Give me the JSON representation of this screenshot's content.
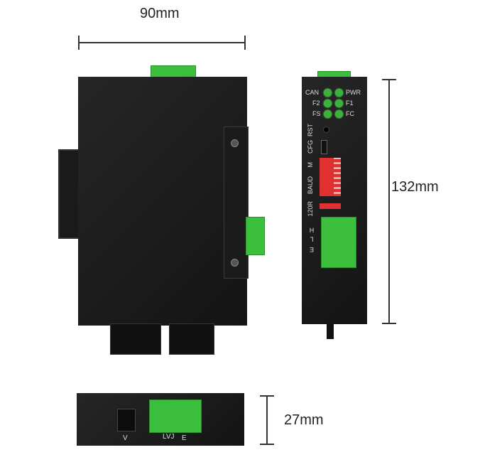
{
  "dimensions": {
    "width": "90mm",
    "height": "132mm",
    "depth": "27mm"
  },
  "side_panel": {
    "leds": [
      {
        "left": "CAN",
        "right": "PWR"
      },
      {
        "left": "F2",
        "right": "F1"
      },
      {
        "left": "FS",
        "right": "FC"
      }
    ],
    "labels": {
      "rst": "RST",
      "cfg": "CFG",
      "m": "M",
      "baud": "BAUD",
      "r120": "120R",
      "h": "H",
      "l": "L",
      "e": "E"
    }
  },
  "bottom_panel": {
    "v": "V",
    "vv": "LVJ",
    "e": "E"
  },
  "colors": {
    "device": "#1c1c1c",
    "connector": "#3cbf3c",
    "dip": "#e03030",
    "led": "#3bb33b"
  }
}
